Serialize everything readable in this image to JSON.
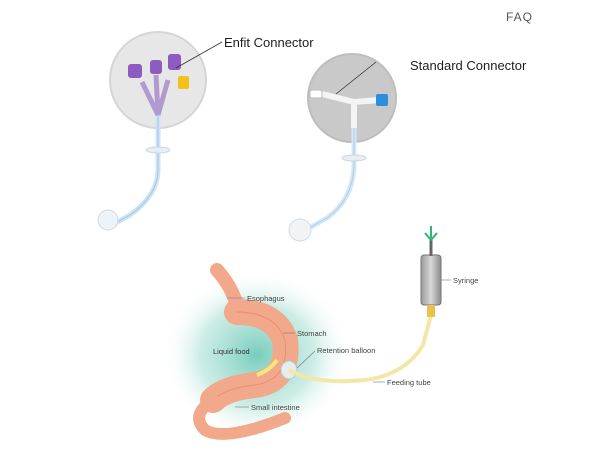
{
  "header": {
    "corner_text": "FAQ"
  },
  "connectors": {
    "enfit": {
      "label": "Enfit Connector",
      "accent": "#8e5bc0",
      "port_accent": "#f2c21b"
    },
    "standard": {
      "label": "Standard Connector",
      "accent": "#2b8fe0"
    }
  },
  "diagram": {
    "labels": {
      "esophagus": "Esophagus",
      "stomach": "Stomach",
      "liquid_food": "Liquid food",
      "retention_balloon": "Retention balloon",
      "feeding_tube": "Feeding tube",
      "small_intestine": "Small intestine",
      "syringe": "Syringe"
    },
    "colors": {
      "organ": "#f2a98b",
      "organ_edge": "#e8906e",
      "background_glow": "#5fc4b2",
      "tube": "#f3e7a6",
      "arrow": "#2bb673"
    }
  }
}
